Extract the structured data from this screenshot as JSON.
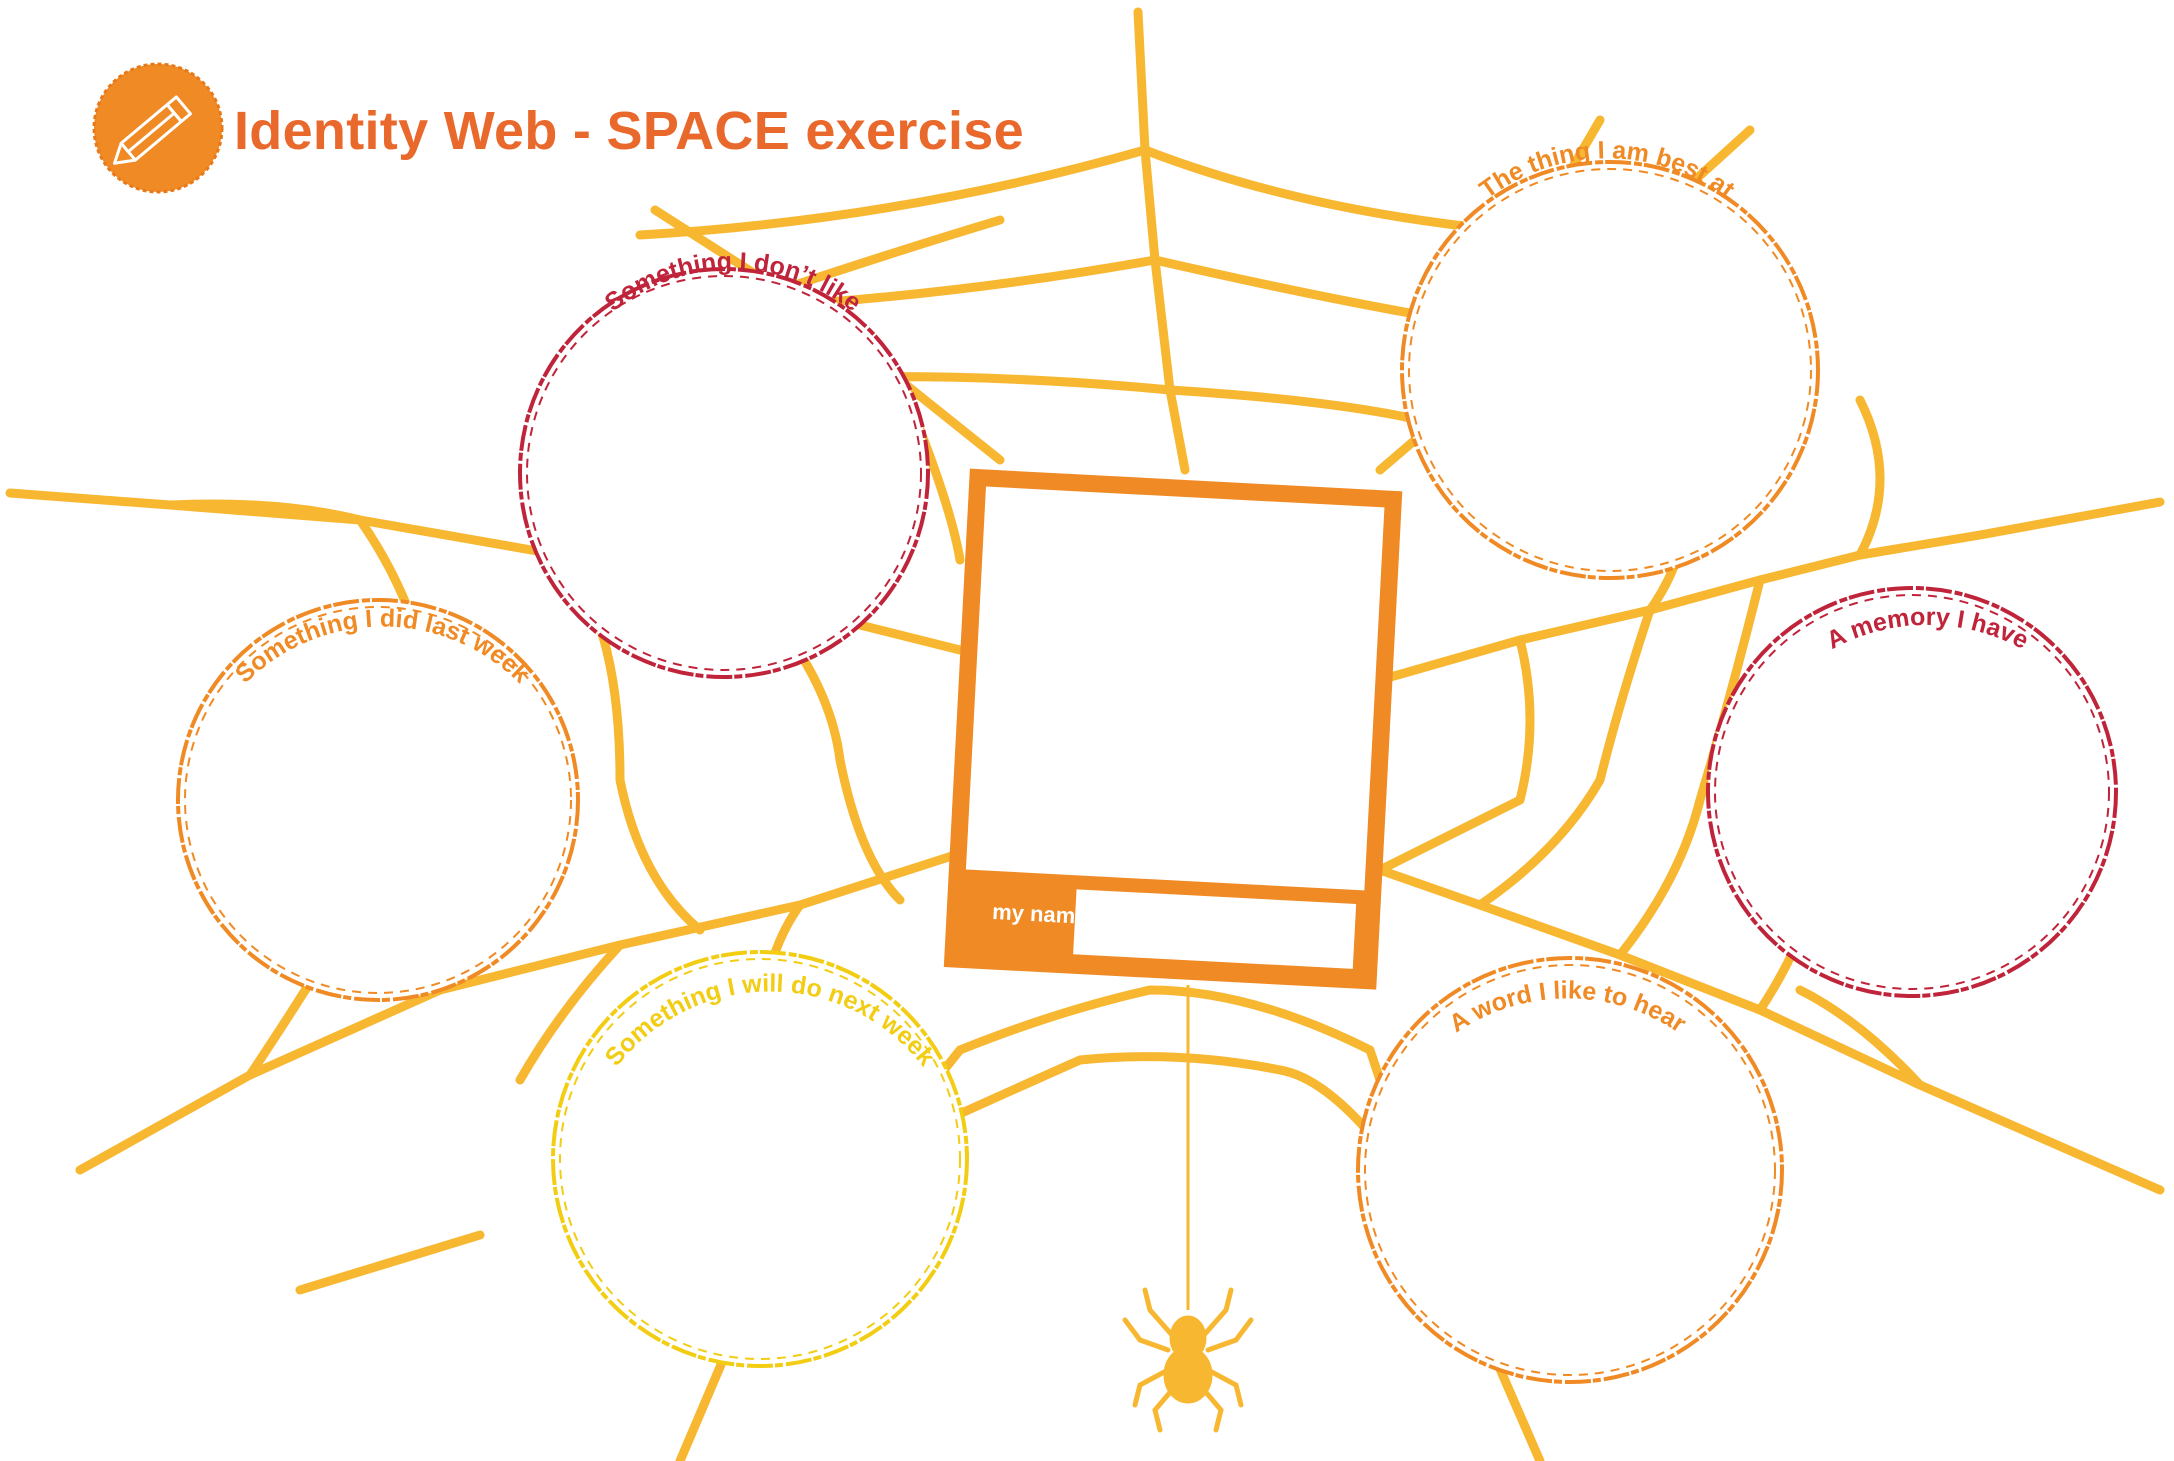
{
  "title": "Identity Web - SPACE exercise",
  "icon": "pencil-icon",
  "colors": {
    "web": "#f7b731",
    "accent": "#f08a24",
    "crimson": "#c0243a",
    "orange": "#f08a24",
    "yellow": "#f2cd14",
    "title": "#e9682b"
  },
  "name_box": {
    "label": "my name"
  },
  "bubbles": [
    {
      "id": "dont-like",
      "label": "Something I don’t like",
      "color": "#c0243a"
    },
    {
      "id": "best-at",
      "label": "The thing I am best at",
      "color": "#f08a24"
    },
    {
      "id": "last-week",
      "label": "Something I did last week",
      "color": "#f08a24"
    },
    {
      "id": "memory",
      "label": "A memory I have",
      "color": "#c0243a"
    },
    {
      "id": "next-week",
      "label": "Something I will do next week",
      "color": "#f2cd14"
    },
    {
      "id": "word",
      "label": "A word I like to hear",
      "color": "#f08a24"
    }
  ]
}
